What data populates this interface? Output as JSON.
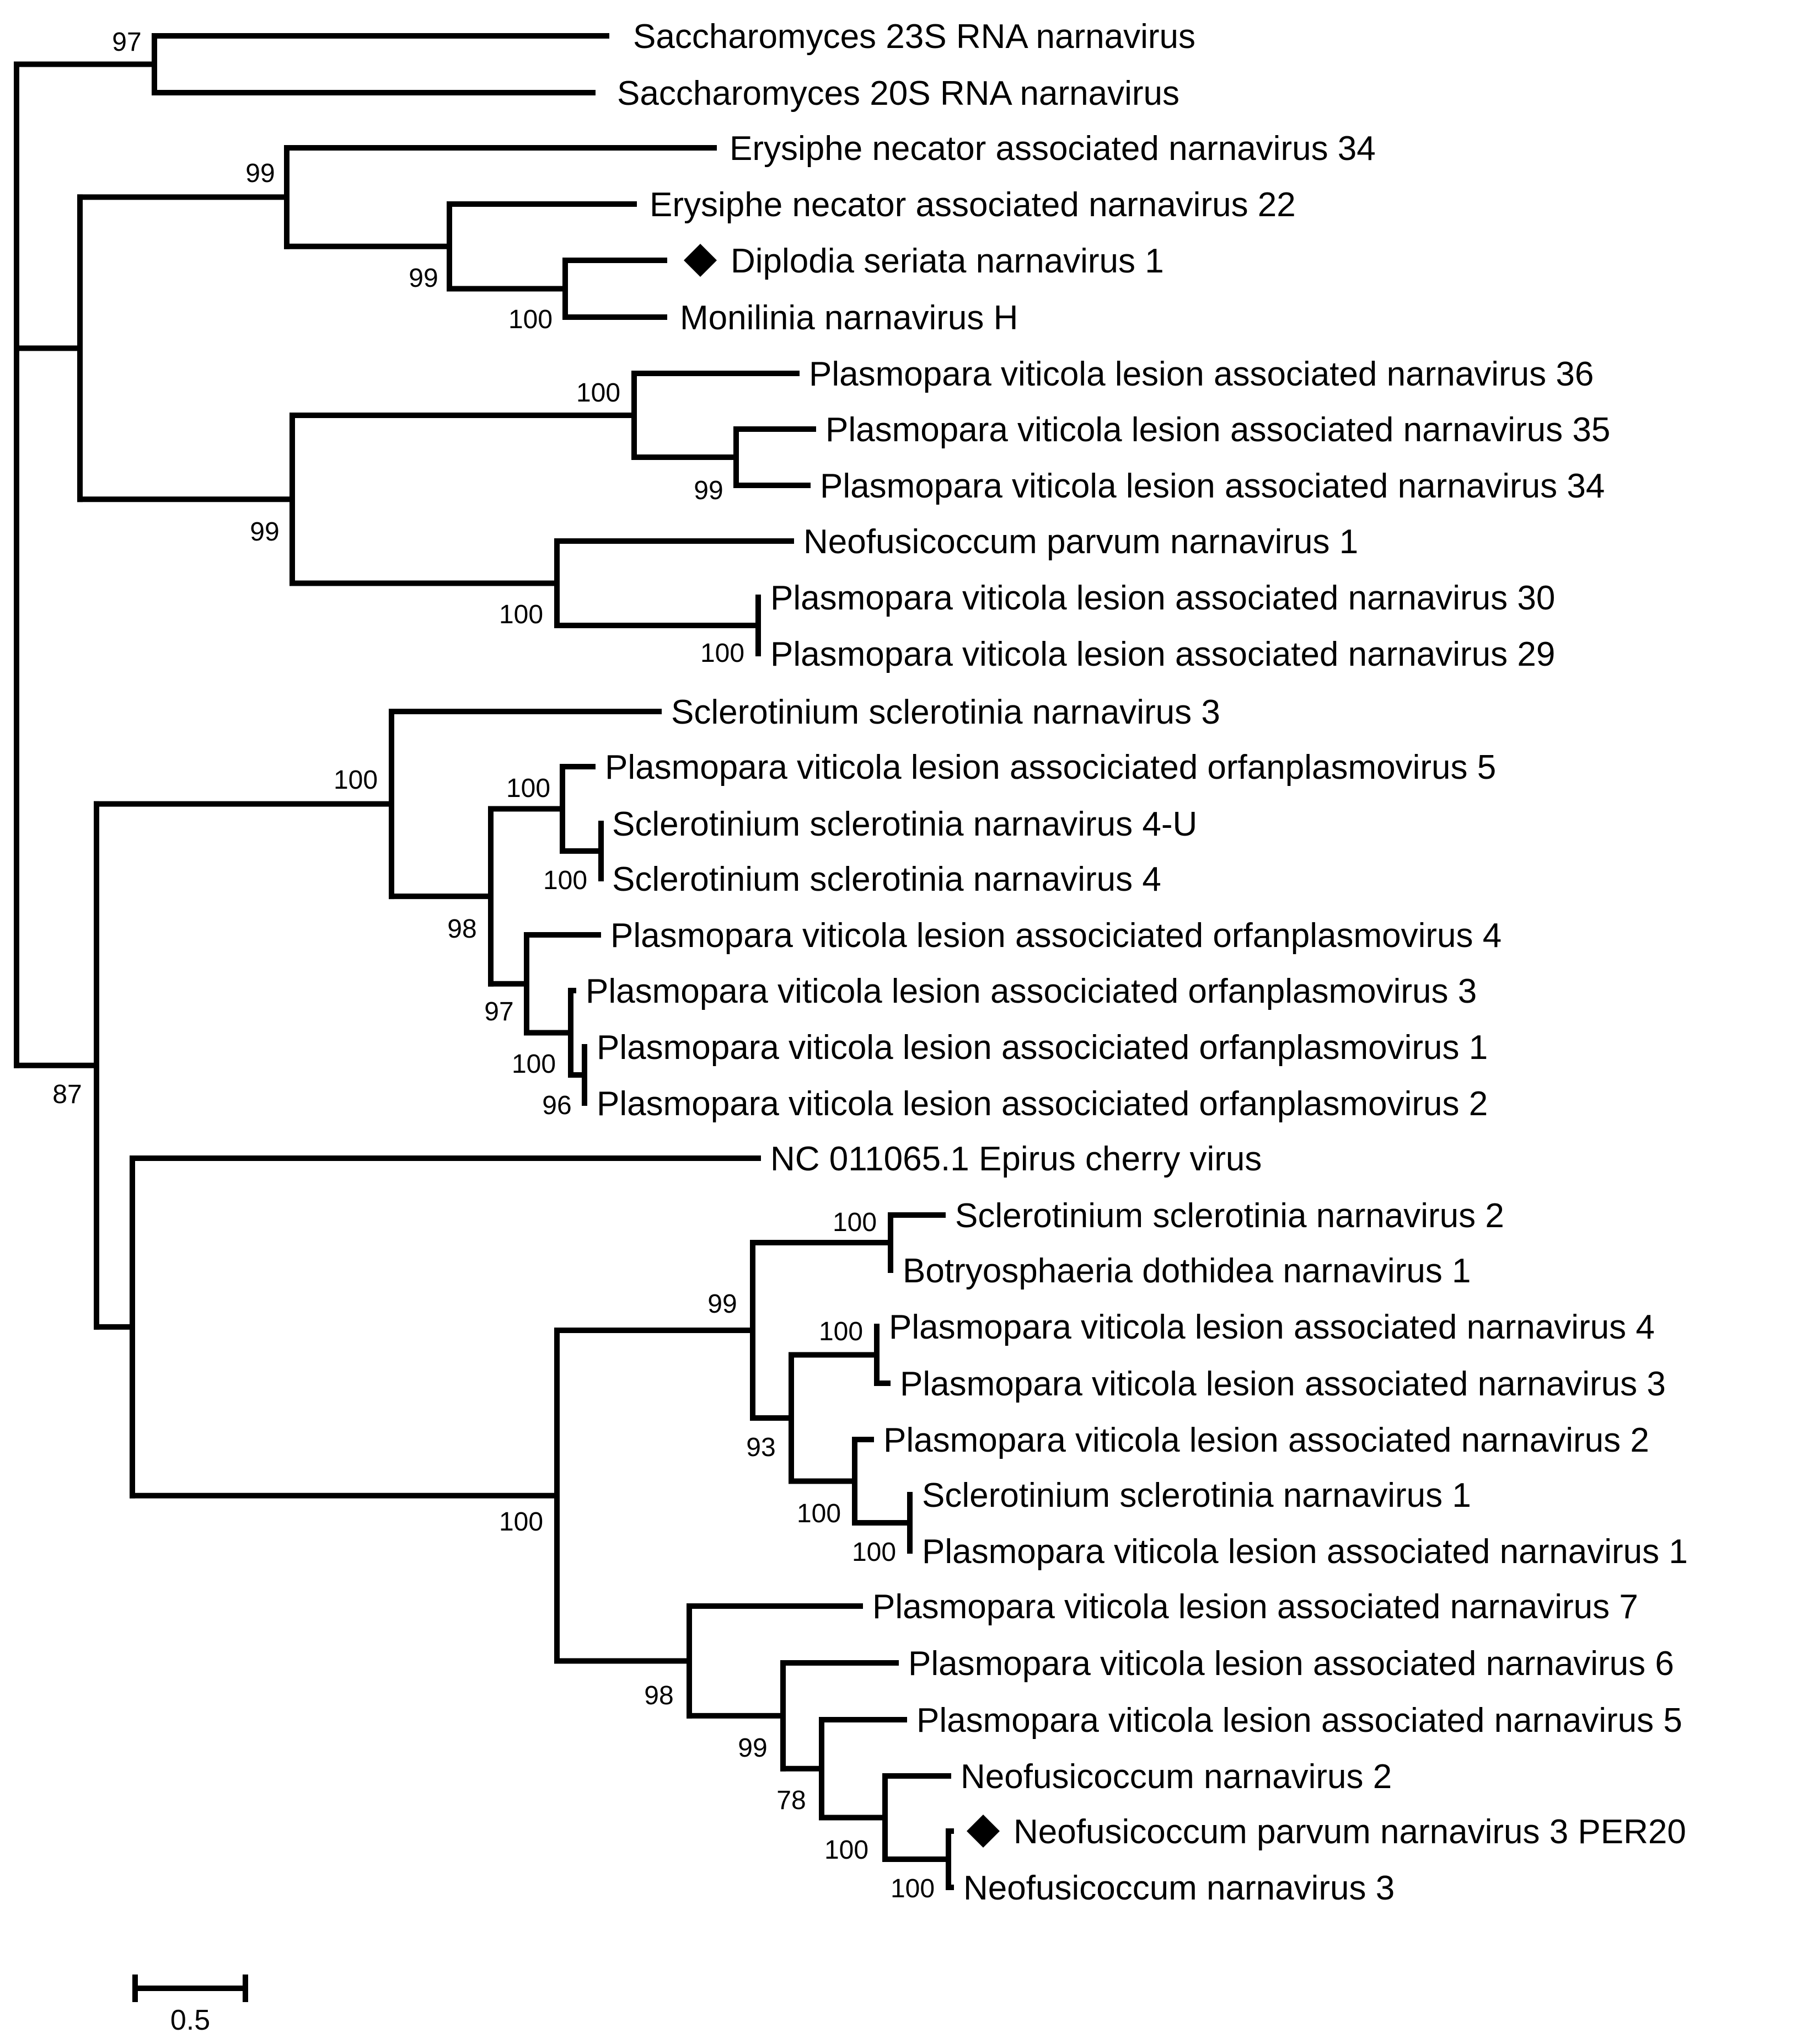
{
  "diagram": {
    "taxa": [
      {
        "label": "Saccharomyces 23S RNA narnavirus",
        "marked": false
      },
      {
        "label": "Saccharomyces 20S RNA narnavirus",
        "marked": false
      },
      {
        "label": "Erysiphe necator associated narnavirus 34",
        "marked": false
      },
      {
        "label": "Erysiphe necator associated narnavirus 22",
        "marked": false
      },
      {
        "label": "Diplodia seriata narnavirus 1",
        "marked": true
      },
      {
        "label": "Monilinia narnavirus H",
        "marked": false
      },
      {
        "label": "Plasmopara viticola lesion associated narnavirus 36",
        "marked": false
      },
      {
        "label": "Plasmopara viticola lesion associated narnavirus 35",
        "marked": false
      },
      {
        "label": "Plasmopara viticola lesion associated narnavirus 34",
        "marked": false
      },
      {
        "label": "Neofusicoccum parvum narnavirus 1",
        "marked": false
      },
      {
        "label": "Plasmopara viticola lesion associated narnavirus 30",
        "marked": false
      },
      {
        "label": "Plasmopara viticola lesion associated narnavirus 29",
        "marked": false
      },
      {
        "label": "Sclerotinium sclerotinia narnavirus 3",
        "marked": false
      },
      {
        "label": "Plasmopara viticola lesion associciated orfanplasmovirus 5",
        "marked": false
      },
      {
        "label": "Sclerotinium sclerotinia narnavirus 4-U",
        "marked": false
      },
      {
        "label": "Sclerotinium sclerotinia narnavirus 4",
        "marked": false
      },
      {
        "label": "Plasmopara viticola lesion associciated orfanplasmovirus 4",
        "marked": false
      },
      {
        "label": "Plasmopara viticola lesion associciated orfanplasmovirus 3",
        "marked": false
      },
      {
        "label": "Plasmopara viticola lesion associciated orfanplasmovirus 1",
        "marked": false
      },
      {
        "label": "Plasmopara viticola lesion associciated orfanplasmovirus 2",
        "marked": false
      },
      {
        "label": "NC 011065.1 Epirus cherry virus",
        "marked": false
      },
      {
        "label": "Sclerotinium sclerotinia narnavirus 2",
        "marked": false
      },
      {
        "label": "Botryosphaeria dothidea narnavirus 1",
        "marked": false
      },
      {
        "label": "Plasmopara viticola lesion associated narnavirus 4",
        "marked": false
      },
      {
        "label": "Plasmopara viticola lesion associated narnavirus 3",
        "marked": false
      },
      {
        "label": "Plasmopara viticola lesion associated narnavirus 2",
        "marked": false
      },
      {
        "label": "Sclerotinium sclerotinia narnavirus 1",
        "marked": false
      },
      {
        "label": "Plasmopara viticola lesion associated narnavirus 1",
        "marked": false
      },
      {
        "label": "Plasmopara viticola lesion associated narnavirus 7",
        "marked": false
      },
      {
        "label": "Plasmopara viticola lesion associated narnavirus 6",
        "marked": false
      },
      {
        "label": "Plasmopara viticola lesion associated narnavirus 5",
        "marked": false
      },
      {
        "label": "Neofusicoccum narnavirus 2",
        "marked": false
      },
      {
        "label": "Neofusicoccum parvum narnavirus 3 PER20",
        "marked": true
      },
      {
        "label": "Neofusicoccum narnavirus 3",
        "marked": false
      }
    ],
    "bootstrap_values": [
      "97",
      "99",
      "99",
      "100",
      "100",
      "99",
      "99",
      "100",
      "100",
      "87",
      "100",
      "100",
      "100",
      "98",
      "97",
      "100",
      "96",
      "99",
      "100",
      "100",
      "93",
      "100",
      "100",
      "100",
      "98",
      "99",
      "78",
      "100",
      "100"
    ],
    "scale_bar": {
      "value": "0.5"
    }
  }
}
